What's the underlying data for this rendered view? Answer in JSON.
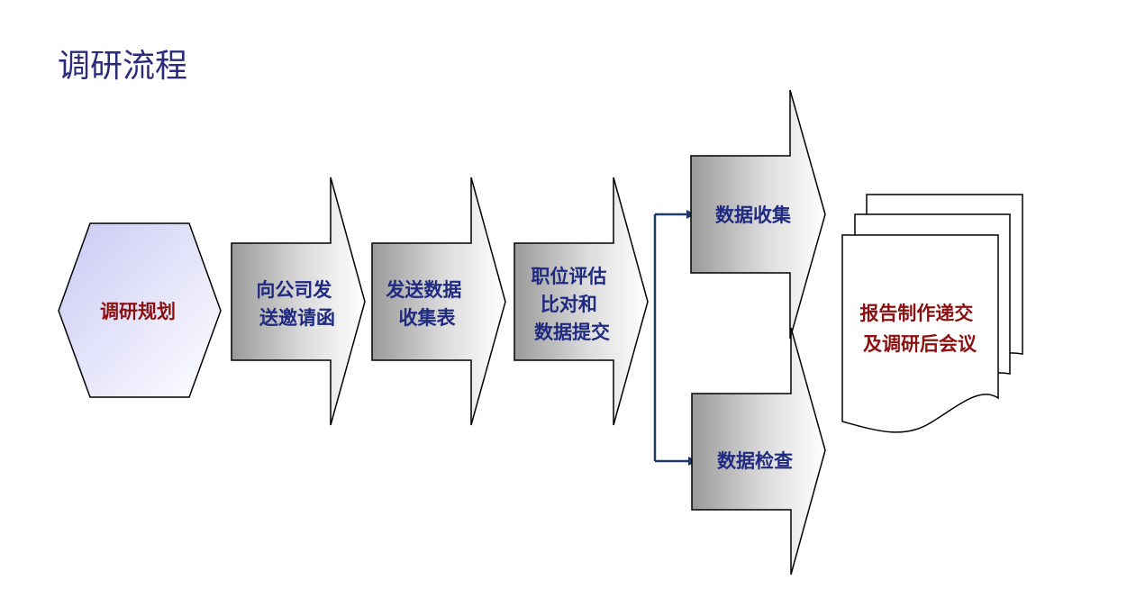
{
  "title": "调研流程",
  "colors": {
    "title": "#2b2b7a",
    "step_text": "#1f2a80",
    "highlight_text": "#8b1111",
    "connector": "#1b3a6b",
    "hexagon_fill": "#dcdcf8"
  },
  "nodes": {
    "start": {
      "lines": [
        "调研规划"
      ]
    },
    "step1": {
      "lines": [
        "向公司发",
        "送邀请函"
      ]
    },
    "step2": {
      "lines": [
        "发送数据",
        "收集表"
      ]
    },
    "step3": {
      "lines": [
        "职位评估",
        "比对和",
        "数据提交"
      ]
    },
    "branch_top": {
      "lines": [
        "数据收集"
      ]
    },
    "branch_bottom": {
      "lines": [
        "数据检查"
      ]
    },
    "end": {
      "lines": [
        "报告制作递交",
        "及调研后会议"
      ]
    }
  }
}
